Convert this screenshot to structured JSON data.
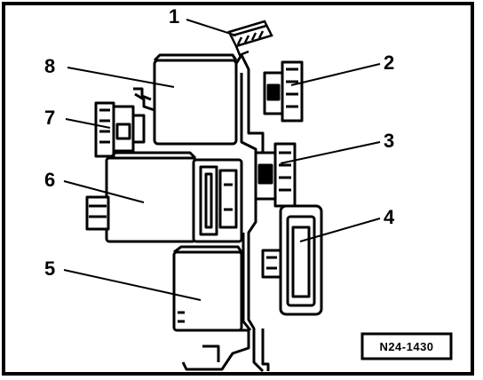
{
  "diagram": {
    "reference_code": "N24-1430",
    "callouts": {
      "c1": "1",
      "c2": "2",
      "c3": "3",
      "c4": "4",
      "c5": "5",
      "c6": "6",
      "c7": "7",
      "c8": "8"
    }
  }
}
